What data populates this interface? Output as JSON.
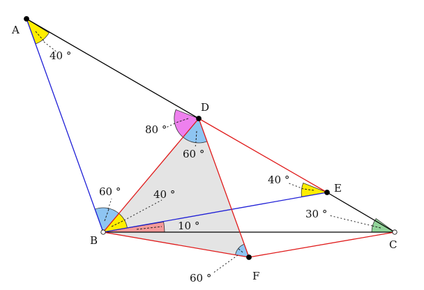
{
  "figure": {
    "colors": {
      "black_edge": "#000000",
      "blue_edge": "#1f1fd6",
      "red_edge": "#e01b1b",
      "shade": "#e4e4e4",
      "yellow": "#ffee00",
      "blue": "#8ec5f2",
      "magenta": "#ee80ee",
      "red": "#f59a9a",
      "green": "#92d49a"
    },
    "points": [
      {
        "name": "A",
        "label": "A"
      },
      {
        "name": "B",
        "label": "B"
      },
      {
        "name": "C",
        "label": "C"
      },
      {
        "name": "D",
        "label": "D"
      },
      {
        "name": "E",
        "label": "E"
      },
      {
        "name": "F",
        "label": "F"
      }
    ],
    "segments": [
      {
        "from": "A",
        "to": "B",
        "color": "blue"
      },
      {
        "from": "A",
        "to": "D",
        "color": "black"
      },
      {
        "from": "D",
        "to": "E",
        "color": "red"
      },
      {
        "from": "E",
        "to": "C",
        "color": "black"
      },
      {
        "from": "B",
        "to": "C",
        "color": "black"
      },
      {
        "from": "B",
        "to": "D",
        "color": "red"
      },
      {
        "from": "B",
        "to": "E",
        "color": "blue"
      },
      {
        "from": "B",
        "to": "F",
        "color": "red"
      },
      {
        "from": "D",
        "to": "F",
        "color": "red"
      },
      {
        "from": "F",
        "to": "C",
        "color": "red"
      }
    ],
    "angles": [
      {
        "name": "angle-A",
        "vertex": "A",
        "value": 40,
        "text": "40 °",
        "color": "yellow"
      },
      {
        "name": "angle-ABD",
        "vertex": "B",
        "value": 60,
        "text": "60 °",
        "color": "blue"
      },
      {
        "name": "angle-DBE",
        "vertex": "B",
        "value": 40,
        "text": "40 °",
        "color": "yellow"
      },
      {
        "name": "angle-EBC",
        "vertex": "B",
        "value": 10,
        "text": "10 °",
        "color": "red"
      },
      {
        "name": "angle-ADB",
        "vertex": "D",
        "value": 80,
        "text": "80 °",
        "color": "magenta"
      },
      {
        "name": "angle-BDF",
        "vertex": "D",
        "value": 60,
        "text": "60 °",
        "color": "blue"
      },
      {
        "name": "angle-DEB",
        "vertex": "E",
        "value": 40,
        "text": "40 °",
        "color": "yellow"
      },
      {
        "name": "angle-C",
        "vertex": "C",
        "value": 30,
        "text": "30 °",
        "color": "green"
      },
      {
        "name": "angle-BFD",
        "vertex": "F",
        "value": 60,
        "text": "60 °",
        "color": "blue"
      }
    ]
  }
}
